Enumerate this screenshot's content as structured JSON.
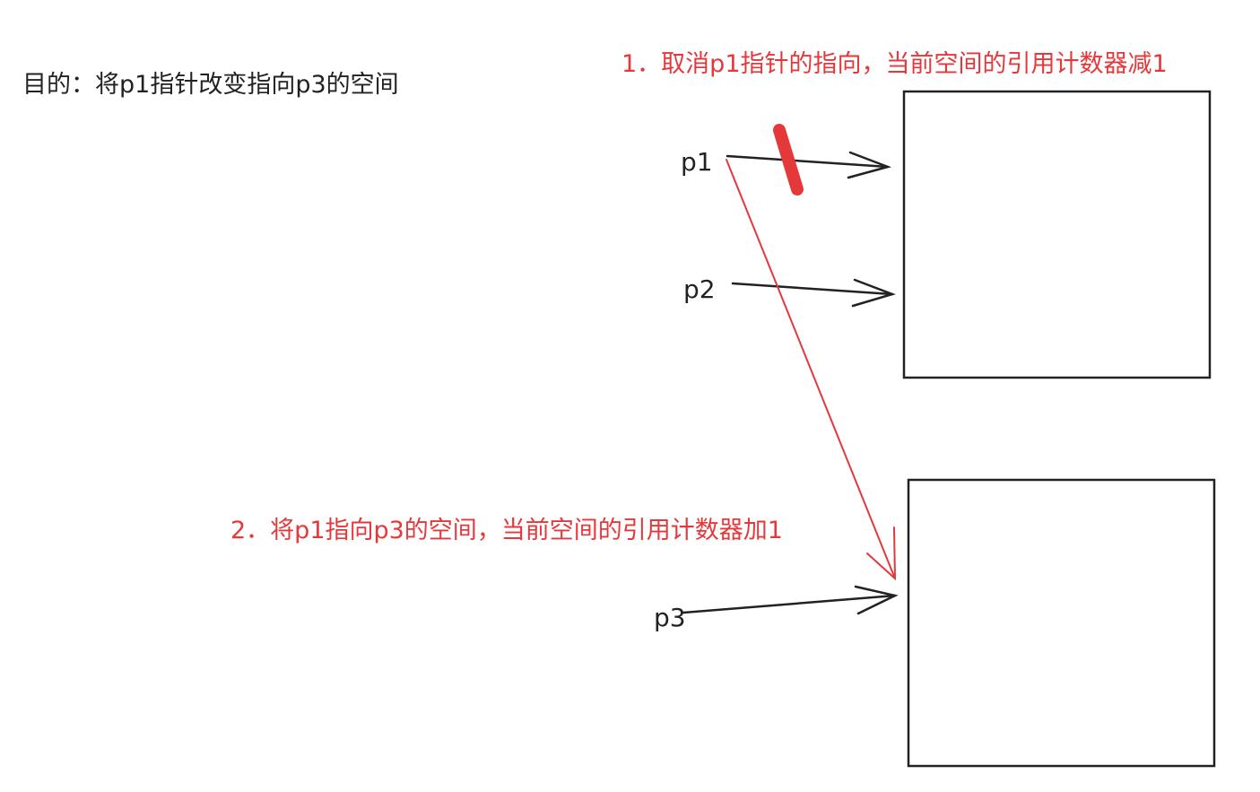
{
  "title": "目的：将p1指针改变指向p3的空间",
  "step1": "1．取消p1指针的指向，当前空间的引用计数器减1",
  "step2": "2．将p1指向p3的空间，当前空间的引用计数器加1",
  "pointers": {
    "p1": "p1",
    "p2": "p2",
    "p3": "p3"
  },
  "colors": {
    "red": "#e5383b",
    "black": "#222222"
  }
}
